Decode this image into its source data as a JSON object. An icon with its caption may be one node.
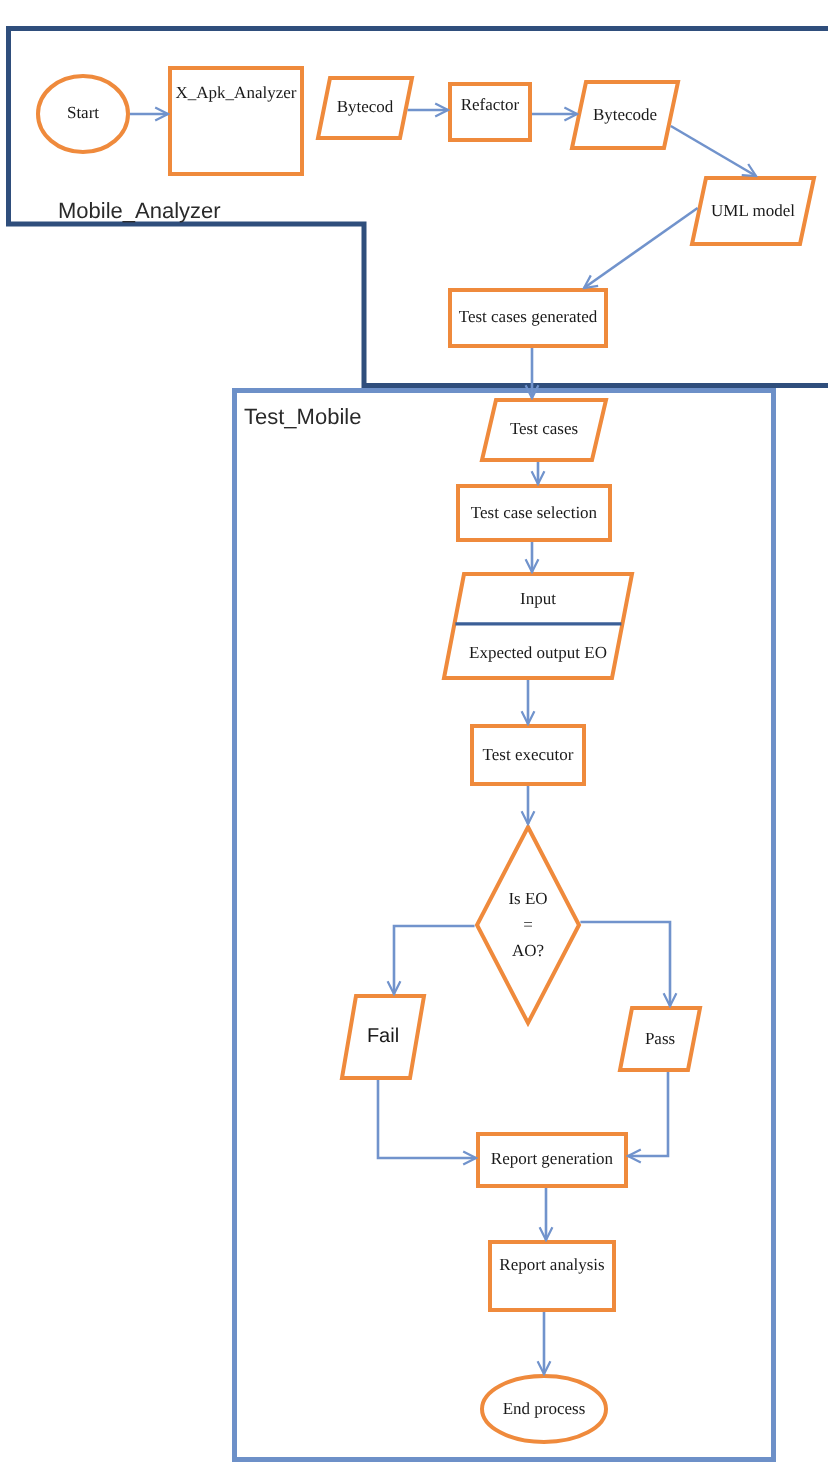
{
  "diagram": {
    "nodes": [
      {
        "text": [
          "Mobile_Analyzer"
        ]
      },
      {
        "text": [
          "Start"
        ],
        "in": 0
      },
      {
        "text": [
          "X_Apk_Analyzer"
        ],
        "in": 0
      },
      {
        "text": [
          "Bytecod"
        ],
        "in": 0
      },
      {
        "text": [
          "Refactor"
        ],
        "in": 0
      },
      {
        "text": [
          "Bytecode"
        ],
        "in": 0
      },
      {
        "text": [
          "UML model"
        ],
        "in": 0
      },
      {
        "text": [
          "Test cases generated"
        ],
        "in": 0
      },
      {
        "text": [
          "Test_Mobile"
        ]
      },
      {
        "text": [
          "Test cases"
        ],
        "in": 8
      },
      {
        "text": [
          "Test case selection"
        ],
        "in": 8
      },
      {
        "text": [
          "Input",
          "Expected output EO"
        ],
        "in": 8
      },
      {
        "text": [
          "Test executor"
        ],
        "in": 8
      },
      {
        "text": [
          "Is EO = AO?"
        ],
        "in": 8
      },
      {
        "text": [
          "Fail"
        ],
        "in": 8
      },
      {
        "text": [
          "Pass"
        ],
        "in": 8
      },
      {
        "text": [
          "Report generation"
        ],
        "in": 8
      },
      {
        "text": [
          "Report analysis"
        ],
        "in": 8
      },
      {
        "text": [
          "End process"
        ],
        "in": 8
      }
    ],
    "edges": [
      {
        "from": 1,
        "to": 2,
        "arrow": "to"
      },
      {
        "from": 3,
        "to": 4,
        "arrow": "to"
      },
      {
        "from": 4,
        "to": 5,
        "arrow": "to"
      },
      {
        "from": 5,
        "to": 6,
        "arrow": "to"
      },
      {
        "from": 6,
        "to": 7,
        "arrow": "to"
      },
      {
        "from": 7,
        "to": 9,
        "arrow": "to"
      },
      {
        "from": 9,
        "to": 10,
        "arrow": "to"
      },
      {
        "from": 10,
        "to": 11,
        "arrow": "to"
      },
      {
        "from": 11,
        "to": 12,
        "arrow": "to"
      },
      {
        "from": 12,
        "to": 13,
        "arrow": "to"
      },
      {
        "from": 13,
        "to": 14,
        "arrow": "to"
      },
      {
        "from": 13,
        "to": 15,
        "arrow": "to"
      },
      {
        "from": 14,
        "to": 16,
        "arrow": "to"
      },
      {
        "from": 15,
        "to": 16,
        "arrow": "to"
      },
      {
        "from": 16,
        "to": 17,
        "arrow": "to"
      },
      {
        "from": 17,
        "to": 18,
        "arrow": "to"
      }
    ]
  }
}
